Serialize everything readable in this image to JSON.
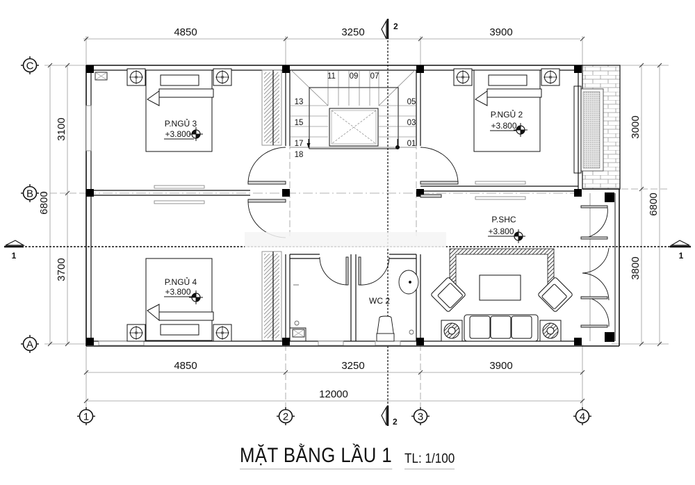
{
  "drawing": {
    "title": "MẶT BẰNG LẦU 1",
    "scale": "TL: 1/100"
  },
  "dimensions": {
    "top": [
      "4850",
      "3250",
      "3900"
    ],
    "bottom": [
      "4850",
      "3250",
      "3900"
    ],
    "total_bottom": "12000",
    "left_inner": [
      "3100",
      "3700"
    ],
    "left_total": "6800",
    "right_inner": [
      "3000",
      "3800"
    ],
    "right_total": "6800"
  },
  "grid_axes": {
    "rows": [
      "C",
      "B",
      "A"
    ],
    "columns": [
      "1",
      "2",
      "3",
      "4"
    ]
  },
  "section_marks": {
    "horizontal": "1",
    "vertical": "2"
  },
  "rooms": [
    {
      "name": "P.NGỦ 3",
      "level": "+3.800"
    },
    {
      "name": "P.NGỦ 2",
      "level": "+3.800"
    },
    {
      "name": "P.NGỦ 4",
      "level": "+3.800"
    },
    {
      "name": "P.SHC",
      "level": "+3.800"
    },
    {
      "name": "WC 2",
      "level": ""
    }
  ],
  "stair_steps": {
    "top": [
      "11",
      "09",
      "07"
    ],
    "left": [
      "13",
      "15",
      "17",
      "18"
    ],
    "right": [
      "05",
      "03",
      "01"
    ]
  },
  "colors": {
    "line": "#111111",
    "grid_line": "#9a9a9a",
    "column": "#000000",
    "background": "#ffffff"
  }
}
